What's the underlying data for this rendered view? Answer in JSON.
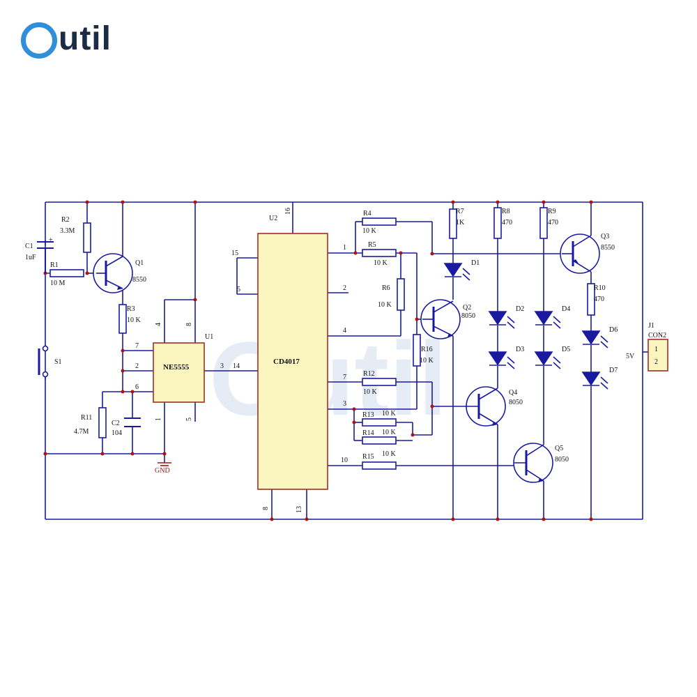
{
  "brand": {
    "logo_text": "util",
    "watermark_text": "Outil"
  },
  "colors": {
    "wire": "#1a1aa0",
    "node": "#b01010",
    "ic_fill": "#fbf5c0",
    "ic_stroke": "#a03020",
    "led_fill": "#1a1aa0",
    "logo_blue": "#2f8fd8",
    "logo_dark": "#1c2c44"
  },
  "components": {
    "c1": {
      "ref": "C1",
      "value": "1uF",
      "polarity": "+"
    },
    "r1": {
      "ref": "R1",
      "value": "10 M"
    },
    "r2": {
      "ref": "R2",
      "value": "3.3M"
    },
    "q1": {
      "ref": "Q1",
      "value": "8550"
    },
    "r3": {
      "ref": "R3",
      "value": "10 K"
    },
    "s1": {
      "ref": "S1"
    },
    "r11": {
      "ref": "R11",
      "value": "4.7M"
    },
    "c2": {
      "ref": "C2",
      "value": "104"
    },
    "gnd": {
      "label": "GND"
    },
    "u1": {
      "ref": "U1",
      "name": "NE5555",
      "pins": {
        "p4": "4",
        "p8": "8",
        "p7": "7",
        "p2": "2",
        "p6": "6",
        "p3": "3",
        "p1": "1",
        "p5": "5"
      }
    },
    "u2": {
      "ref": "U2",
      "name": "CD4017",
      "pins": {
        "p16": "16",
        "p15": "15",
        "p5": "5",
        "p14": "14",
        "p1": "1",
        "p2": "2",
        "p4": "4",
        "p7": "7",
        "p3": "3",
        "p10": "10",
        "p8": "8",
        "p13": "13"
      }
    },
    "r4": {
      "ref": "R4",
      "value": "10 K"
    },
    "r5": {
      "ref": "R5",
      "value": "10 K"
    },
    "r6": {
      "ref": "R6",
      "value": "10 K"
    },
    "r7": {
      "ref": "R7",
      "value": "1K"
    },
    "r8": {
      "ref": "R8",
      "value": "470"
    },
    "r9": {
      "ref": "R9",
      "value": "470"
    },
    "r10": {
      "ref": "R10",
      "value": "470"
    },
    "r12": {
      "ref": "R12",
      "value": "10 K"
    },
    "r13": {
      "ref": "R13",
      "value": "10 K"
    },
    "r14": {
      "ref": "R14",
      "value": "10 K"
    },
    "r15": {
      "ref": "R15",
      "value": "10 K"
    },
    "r16": {
      "ref": "R16",
      "value": "10 K"
    },
    "q2": {
      "ref": "Q2",
      "value": "8050"
    },
    "q3": {
      "ref": "Q3",
      "value": "8550"
    },
    "q4": {
      "ref": "Q4",
      "value": "8050"
    },
    "q5": {
      "ref": "Q5",
      "value": "8050"
    },
    "d1": {
      "ref": "D1"
    },
    "d2": {
      "ref": "D2"
    },
    "d3": {
      "ref": "D3"
    },
    "d4": {
      "ref": "D4"
    },
    "d5": {
      "ref": "D5"
    },
    "d6": {
      "ref": "D6"
    },
    "d7": {
      "ref": "D7"
    },
    "j1": {
      "ref": "J1",
      "name": "CON2",
      "pin1": "1",
      "pin2": "2",
      "supply": "5V"
    }
  }
}
